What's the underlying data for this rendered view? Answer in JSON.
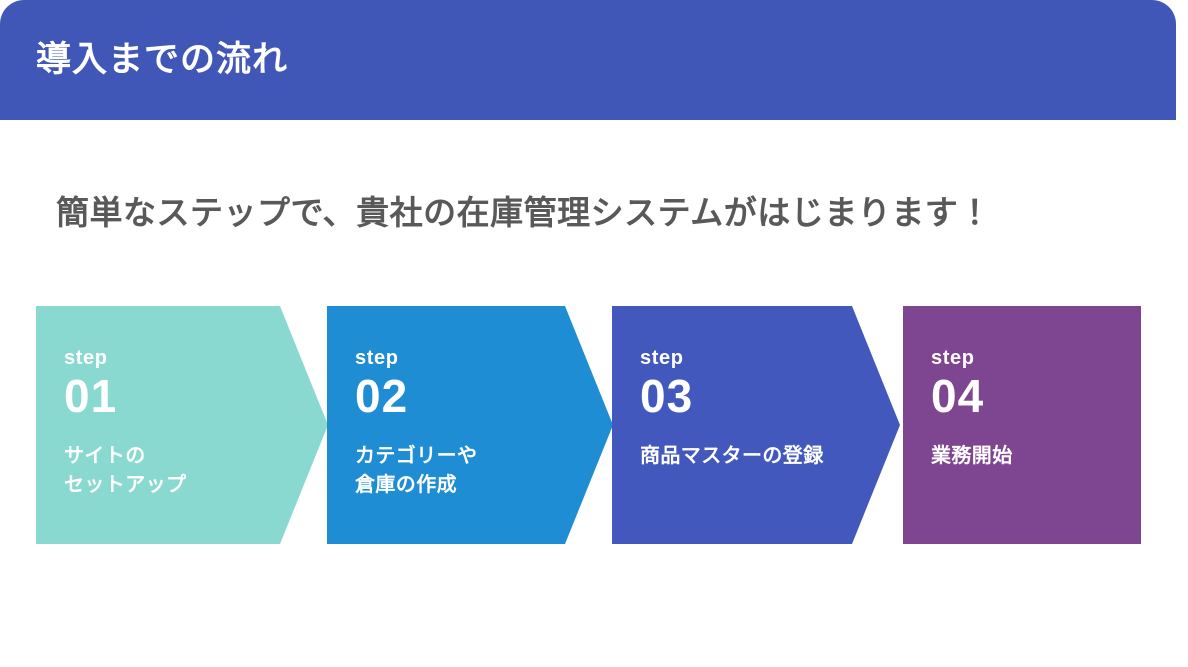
{
  "header": {
    "title": "導入までの流れ",
    "background_color": "#4157b8",
    "title_color": "#ffffff"
  },
  "subtitle": {
    "text": "簡単なステップで、貴社の在庫管理システムがはじまります！",
    "color": "#595959"
  },
  "card": {
    "background_color": "#ffffff",
    "corner_radius": "24px"
  },
  "steps": [
    {
      "label": "step",
      "number": "01",
      "description": "サイトの\nセットアップ",
      "color": "#8ad9d1",
      "shape": "arrow"
    },
    {
      "label": "step",
      "number": "02",
      "description": "カテゴリーや\n倉庫の作成",
      "color": "#1e8dd3",
      "shape": "arrow"
    },
    {
      "label": "step",
      "number": "03",
      "description": "商品マスターの登録",
      "color": "#4358bc",
      "shape": "arrow"
    },
    {
      "label": "step",
      "number": "04",
      "description": "業務開始",
      "color": "#7e4590",
      "shape": "rectangle"
    }
  ]
}
